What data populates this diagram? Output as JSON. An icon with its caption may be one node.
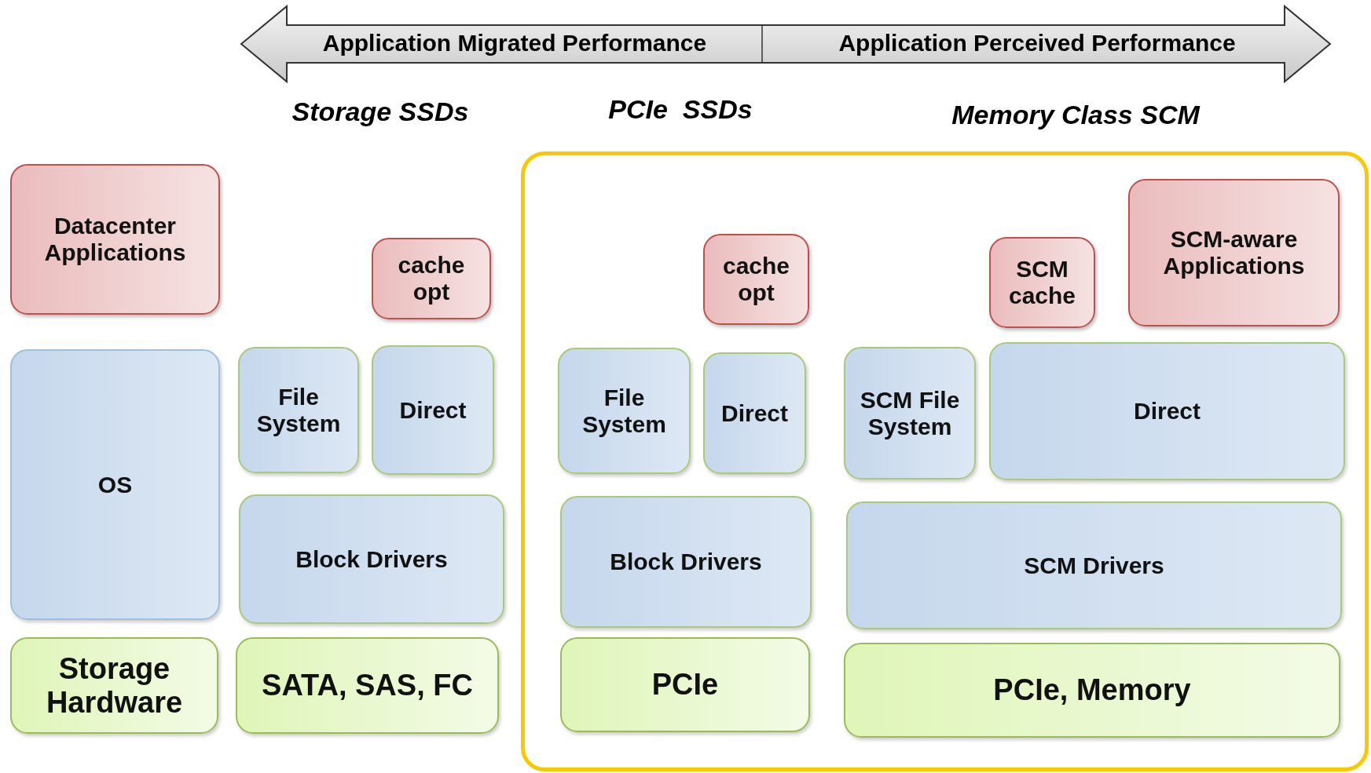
{
  "diagram": {
    "nodes": [
      {
        "text": [
          "Datacenter Applications"
        ]
      },
      {
        "text": [
          "cache opt"
        ]
      },
      {
        "text": [
          "OS"
        ]
      },
      {
        "text": [
          "File System"
        ]
      },
      {
        "text": [
          "Direct"
        ]
      },
      {
        "text": [
          "Block Drivers"
        ]
      },
      {
        "text": [
          "Storage Hardware"
        ]
      },
      {
        "text": [
          "SATA, SAS, FC"
        ]
      },
      {
        "text": [],
        "shape": "box"
      },
      {
        "text": [
          "cache opt"
        ],
        "in": 8
      },
      {
        "text": [
          "SCM cache"
        ],
        "in": 8
      },
      {
        "text": [
          "SCM-aware Applications"
        ],
        "in": 8
      },
      {
        "text": [
          "File System"
        ],
        "in": 8
      },
      {
        "text": [
          "Direct"
        ],
        "in": 8
      },
      {
        "text": [
          "SCM File System"
        ],
        "in": 8
      },
      {
        "text": [
          "Direct"
        ],
        "in": 8
      },
      {
        "text": [
          "Block Drivers"
        ],
        "in": 8
      },
      {
        "text": [
          "SCM Drivers"
        ],
        "in": 8
      },
      {
        "text": [
          "PCIe"
        ],
        "in": 8
      },
      {
        "text": [
          "PCIe, Memory"
        ],
        "in": 8
      }
    ],
    "edges": [],
    "labels": [
      "Application Migrated Performance",
      "Application Perceived Performance",
      "Storage SSDs",
      "PCIe  SSDs",
      "Memory Class SCM"
    ]
  }
}
